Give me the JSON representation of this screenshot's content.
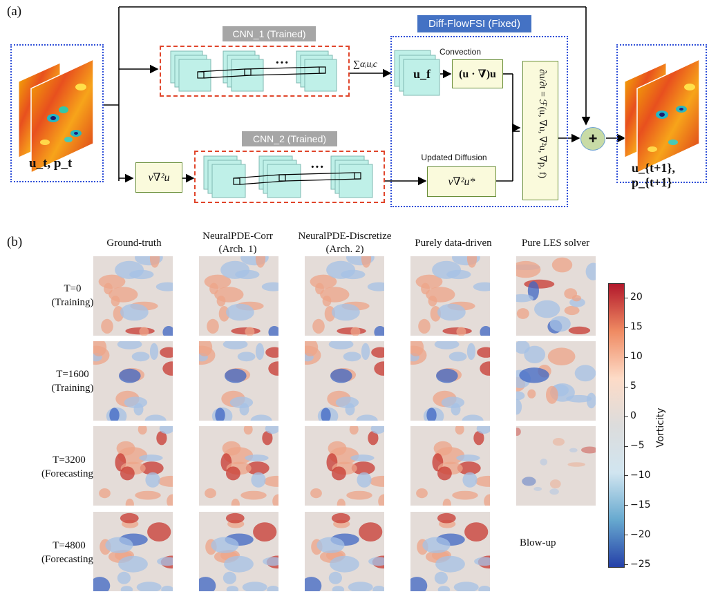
{
  "panel_a": {
    "label": "(a)",
    "input_label": "u_t, p_t",
    "output_label": "u_{t+1}, p_{t+1}",
    "cnn1_label": "CNN_1 (Trained)",
    "cnn2_label": "CNN_2 (Trained)",
    "diff_label": "Diff-FlowFSI (Fixed)",
    "sum_label": "∑αᵢuᵢc",
    "uf_label": "u_f",
    "convection_title": "Convection",
    "convection_expr": "(u · ∇)u",
    "diffusion_expr": "ν∇²u",
    "updated_diffusion_title": "Updated Diffusion",
    "updated_diffusion_expr": "ν∇²u*",
    "equation": "∂u/∂t = ℱ(u, ∇u, ∇²u, ∇p, f)",
    "plus": "+",
    "dots": "···"
  },
  "panel_b": {
    "label": "(b)",
    "columns": [
      "Ground-truth",
      "NeuralPDE-Corr\n(Arch. 1)",
      "NeuralPDE-Discretize\n(Arch. 2)",
      "Purely data-driven",
      "Pure LES solver"
    ],
    "rows": [
      "T=0\n(Training)",
      "T=1600\n(Training)",
      "T=3200\n(Forecasting)",
      "T=4800\n(Forecasting)"
    ],
    "blowup_label": "Blow-up",
    "colorbar": {
      "label": "Vorticity",
      "ticks": [
        "20",
        "15",
        "10",
        "5",
        "0",
        "−5",
        "−10",
        "−15",
        "−20",
        "−25"
      ],
      "min": -25.5,
      "max": 22.5,
      "colors": [
        "#b2182b",
        "#ef8a62",
        "#fddbc7",
        "#dcdcdc",
        "#d1e5f0",
        "#67a9cf",
        "#2540a8"
      ]
    }
  }
}
